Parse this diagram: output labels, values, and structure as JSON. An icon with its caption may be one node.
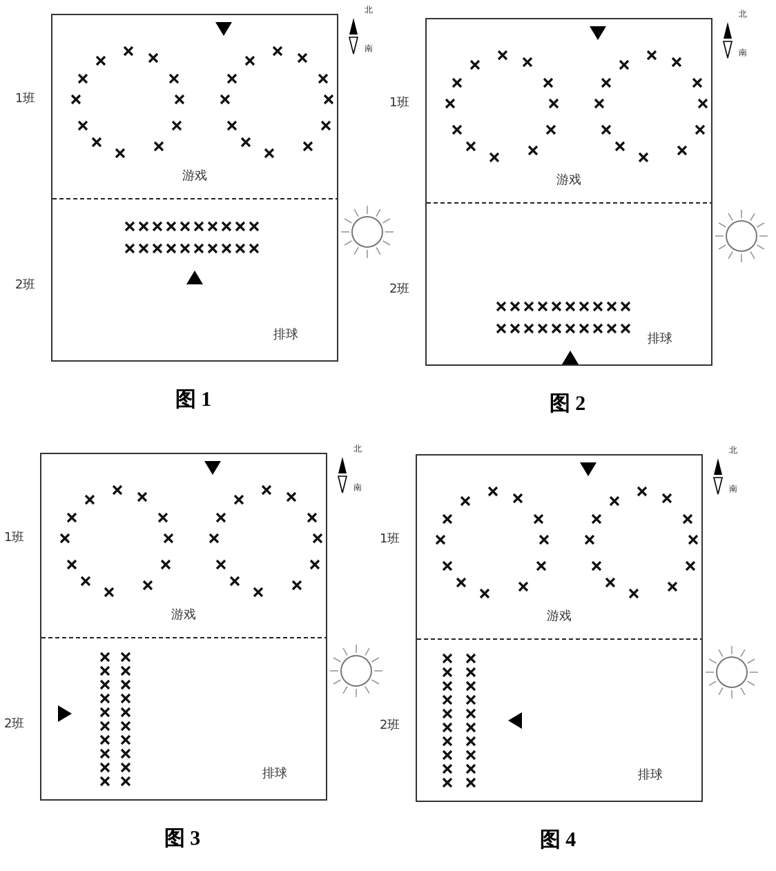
{
  "diagram": {
    "nodes": [
      {
        "text": [
          "游戏",
          "排球"
        ]
      },
      {
        "text": [
          "游戏",
          "排球"
        ]
      },
      {
        "text": [
          "游戏",
          "排球"
        ]
      },
      {
        "text": [
          "游戏",
          "排球"
        ]
      }
    ],
    "labels": [
      "北",
      "南",
      "1班",
      "2班",
      "图 1",
      "北",
      "南",
      "1班",
      "2班",
      "图 2",
      "北",
      "南",
      "1班",
      "2班",
      "图 3",
      "北",
      "南",
      "1班",
      "2班",
      "图 4"
    ]
  }
}
